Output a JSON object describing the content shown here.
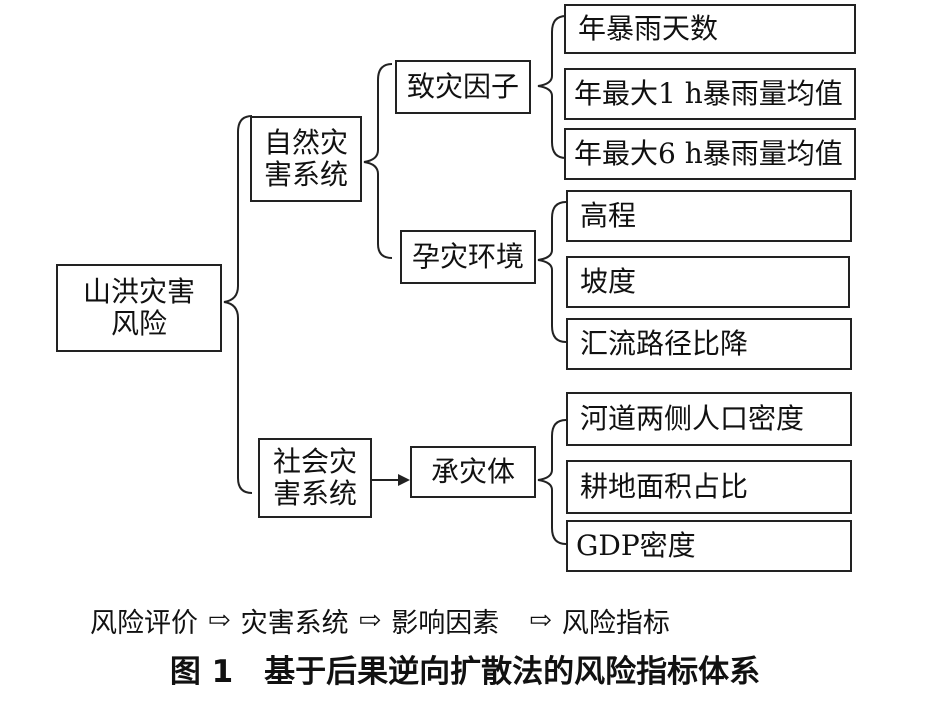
{
  "root": "山洪灾害\n风险",
  "systems": {
    "natural": "自然灾\n害系统",
    "social": "社会灾\n害系统"
  },
  "factors": {
    "hazard": "致灾因子",
    "environment": "孕灾环境",
    "exposure": "承灾体"
  },
  "indicators": {
    "hazard": [
      "年暴雨天数",
      "年最大1 h暴雨量均值",
      "年最大6 h暴雨量均值"
    ],
    "environment": [
      "高程",
      "坡度",
      "汇流路径比降"
    ],
    "exposure": [
      "河道两侧人口密度",
      "耕地面积占比",
      "GDP密度"
    ]
  },
  "legend": {
    "items": [
      "风险评价",
      "灾害系统",
      "影响因素",
      "风险指标"
    ],
    "arrow": "⇨"
  },
  "caption": "图 1　基于后果逆向扩散法的风险指标体系"
}
